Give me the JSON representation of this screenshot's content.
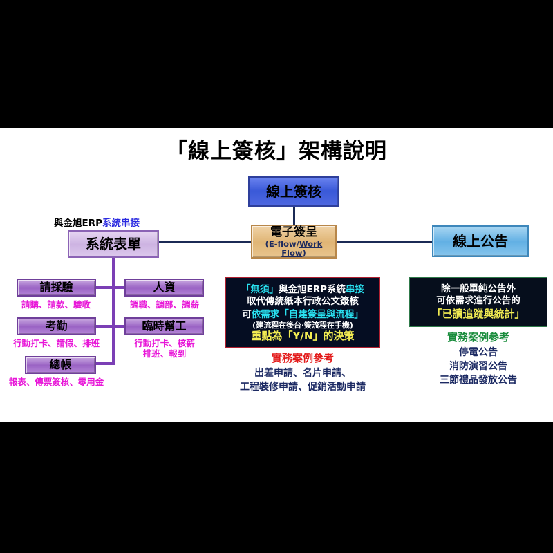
{
  "slide": {
    "title": "「線上簽核」架構說明",
    "background": "#ffffff",
    "letterbox_color": "#000000"
  },
  "nodes": {
    "online_approval": {
      "label": "線上簽核",
      "color": "#3a59d8"
    },
    "eflow": {
      "label": "電子簽呈",
      "sub_prefix": "(E-flow/",
      "sub_underlined": "Work Flow",
      "sub_suffix": ")",
      "color": "#e0b575"
    },
    "bulletin": {
      "label": "線上公告",
      "color": "#62b0e4"
    },
    "system_form": {
      "label": "系統表單",
      "color": "#cdb3e2"
    }
  },
  "erp_label": {
    "black_part": "與金旭ERP",
    "blue_part": "系統串接"
  },
  "modules": [
    {
      "label": "請採驗",
      "sub": "請購、請款、驗收"
    },
    {
      "label": "考勤",
      "sub": "行動打卡、請假、排班"
    },
    {
      "label": "總帳",
      "sub": "報表、傳票簽核、零用金"
    },
    {
      "label": "人資",
      "sub": "調職、調部、調薪"
    },
    {
      "label": "臨時幫工",
      "sub": "行動打卡、核薪\n排班、報到"
    }
  ],
  "callout_center": {
    "line1_a": "「無須」",
    "line1_b": "與金旭ERP系統",
    "line1_c": "串接",
    "line2": "取代傳統紙本行政公文簽核",
    "line3_a": "可",
    "line3_b": "依需求「自建簽呈與流程」",
    "line4": "(建流程在後台‧簽流程在手機)",
    "line5": "重點為「Y/N」的決策",
    "border_color": "#b02030",
    "accent_color": "#29e0ef",
    "highlight_color": "#f2ec52"
  },
  "callout_right": {
    "line1": "除一般單純公告外",
    "line2": "可依需求進行公告的",
    "line3": "「已讀追蹤與統計」",
    "border_color": "#2f7a4a",
    "highlight_color": "#f2ec52"
  },
  "reference_center": {
    "title": "實務案例參考",
    "title_color": "#e31b1b",
    "lines": [
      "出差申請、名片申請、",
      "工程裝修申請、促銷活動申請"
    ]
  },
  "reference_right": {
    "title": "實務案例參考",
    "title_color": "#198c3c",
    "lines": [
      "停電公告",
      "消防演習公告",
      "三節禮品發放公告"
    ]
  }
}
